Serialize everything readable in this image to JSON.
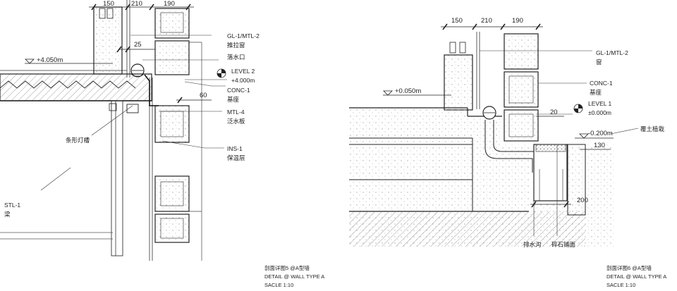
{
  "left_detail": {
    "dims": {
      "d150": "150",
      "d210": "210",
      "d190": "190",
      "d25": "25",
      "d60": "60"
    },
    "elevation": "+4.050m",
    "labels": {
      "gl_mtl": "GL-1/MTL-2",
      "sliding_window": "推拉窗",
      "drain_outlet": "落水口",
      "level": "LEVEL 2",
      "level_value": "+4.000m",
      "conc": "CONC-1",
      "base": "基座",
      "mtl4": "MTL-4",
      "flashing": "泛水板",
      "light_slot": "条形灯槽",
      "ins": "INS-1",
      "insulation": "保温层",
      "stl": "STL-1",
      "beam": "梁"
    },
    "caption": {
      "line1": "剖面详图5 @A型墙",
      "line2": "DETAIL @ WALL TYPE A",
      "line3": "SACLE 1:10"
    }
  },
  "right_detail": {
    "dims": {
      "d150": "150",
      "d210": "210",
      "d190": "190",
      "d20": "20",
      "d130": "130",
      "d200": "200"
    },
    "elevation_left": "+0.050m",
    "elevation_ground": "-0.200m",
    "labels": {
      "gl_mtl": "GL-1/MTL-2",
      "window": "窗",
      "conc": "CONC-1",
      "base": "基座",
      "level": "LEVEL 1",
      "level_value": "±0.000m",
      "planting": "覆土植栽",
      "drain_ditch": "排水沟",
      "gravel": "碎石铺面"
    },
    "caption": {
      "line1": "剖面详图6 @A型墙",
      "line2": "DETAIL @ WALL TYPE A",
      "line3": "SACLE 1:10"
    }
  }
}
